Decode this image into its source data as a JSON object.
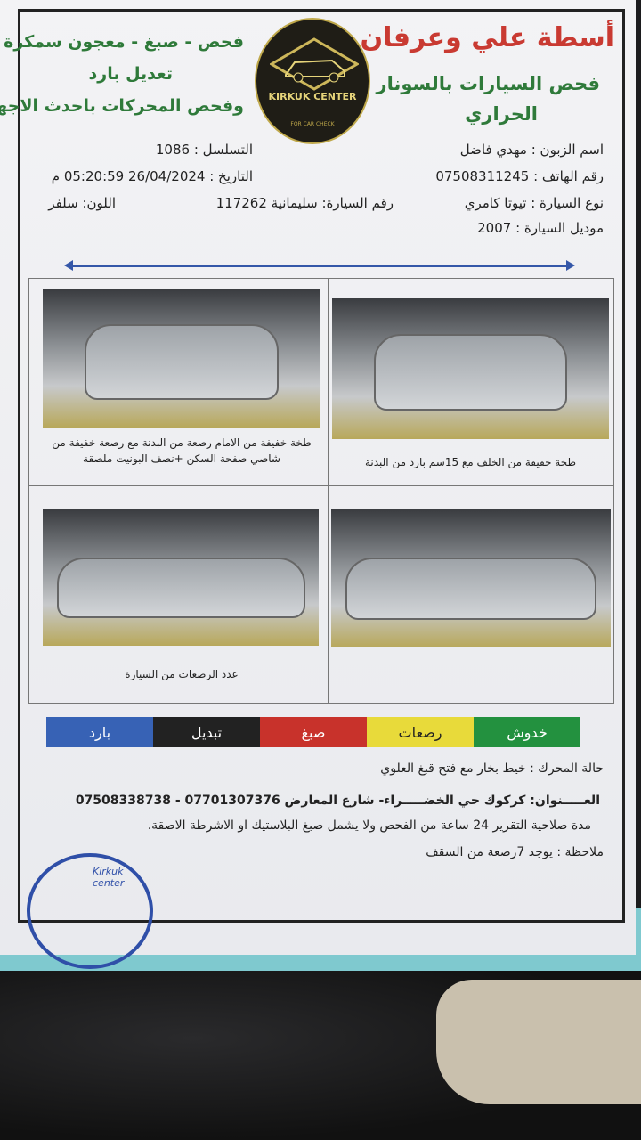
{
  "header": {
    "title": "أسطة علي وعرفان",
    "subtitle_right": [
      "فحص السيارات بالسونار",
      "الحراري"
    ],
    "services_left": [
      "فحص - صبغ - معجون سمكرة -",
      "تعديل بارد",
      "وفحص المحركات باحدث الاجهزة"
    ],
    "logo": {
      "text": "KIRKUK CENTER",
      "sub": "FOR CAR CHECK"
    }
  },
  "info": {
    "customer": "اسم الزبون : مهدي فاضل",
    "phone": "رقم الهاتف : 07508311245",
    "car_type": "نوع السيارة : تيوتا كامري",
    "model": "موديل السيارة  :  2007",
    "serial": "التسلسل : 1086",
    "date": "التاريخ : 26/04/2024 05:20:59 م",
    "plate": "رقم السيارة:  سليمانية 117262",
    "color": "اللون: سلفر"
  },
  "photos": [
    {
      "caption": "طخة خفيفة من الامام رصعة من البدنة مع رصعة خفيفة من شاصي صفحة السكن +نصف البونيت ملصقة"
    },
    {
      "caption": "طخة خفيفة من الخلف مع 15سم بارد من البدنة"
    },
    {
      "caption": "عدد الرصعات من السيارة"
    },
    {
      "caption": ""
    }
  ],
  "legend": [
    {
      "label": "خدوش",
      "color": "#23913f",
      "text": "#ffffff"
    },
    {
      "label": "رصعات",
      "color": "#e8da3a",
      "text": "#222222"
    },
    {
      "label": "صبغ",
      "color": "#c8322b",
      "text": "#ffffff"
    },
    {
      "label": "تبديل",
      "color": "#222222",
      "text": "#ffffff"
    },
    {
      "label": "بارد",
      "color": "#3762b5",
      "text": "#ffffff"
    }
  ],
  "footer": {
    "engine": "حالة المحرك : خيط بخار مع فتح قبغ العلوي",
    "address": "العـــــنوان: كركوك حي الخضـــــراء- شارع المعارض 07701307376  -  07508338738",
    "validity": "مدة صلاحية التقرير 24 ساعة من الفحص ولا يشمل صبغ البلاستيك او الاشرطة الاصقة.",
    "note": "ملاحظة : يوجد 7رصعة من السقف"
  },
  "stamp": "Kirkuk center"
}
